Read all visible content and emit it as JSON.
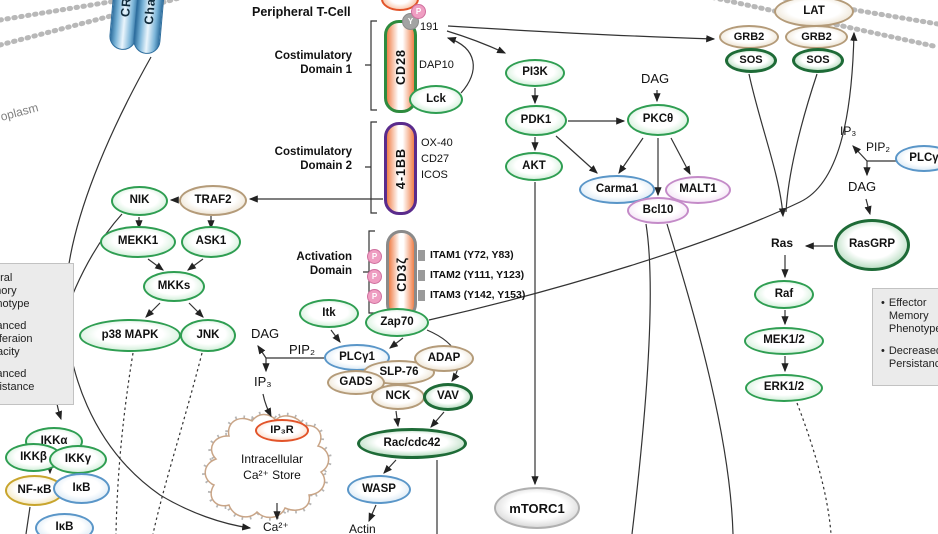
{
  "cell": {
    "cytoplasm_label": "oplasm",
    "cell_type": "Peripheral T-Cell"
  },
  "car": {
    "chain1": "CR",
    "chain2": "Cha"
  },
  "phospho": {
    "p": "P",
    "y": "Y",
    "site_191": "191"
  },
  "domains": {
    "d1": {
      "label": "Costimulatory\nDomain 1",
      "receptor": "CD28",
      "adaptor": "DAP10"
    },
    "d2": {
      "label": "Costimulatory\nDomain 2",
      "receptor": "4-1BB",
      "alternatives": "OX-40\nCD27\nICOS"
    },
    "d3": {
      "label": "Activation\nDomain",
      "receptor": "CD3ζ",
      "itams": [
        "ITAM1 (Y72, Y83)",
        "ITAM2 (Y111, Y123)",
        "ITAM3 (Y142, Y153)"
      ]
    }
  },
  "nodes": {
    "nik": "NIK",
    "traf2": "TRAF2",
    "mekk1": "MEKK1",
    "ask1": "ASK1",
    "mkks": "MKKs",
    "p38": "p38 MAPK",
    "jnk": "JNK",
    "ikka": "IKKα",
    "ikkb": "IKKβ",
    "ikkg": "IKKγ",
    "nfkb": "NF-κB",
    "ikb1": "IκB",
    "ikb2": "IκB",
    "itk": "Itk",
    "zap70": "Zap70",
    "lck": "Lck",
    "plcg1": "PLCγ1",
    "slp76": "SLP-76",
    "adap": "ADAP",
    "gads": "GADS",
    "nck": "NCK",
    "vav": "VAV",
    "rac": "Rac/cdc42",
    "wasp": "WASP",
    "mtorc1": "mTORC1",
    "ip3r": "IP₃R",
    "pi3k": "PI3K",
    "pdk1": "PDK1",
    "akt": "AKT",
    "pkctheta": "PKCθ",
    "carma1": "Carma1",
    "malt1": "MALT1",
    "bcl10": "Bcl10",
    "lat": "LAT",
    "grb2a": "GRB2",
    "grb2b": "GRB2",
    "sosa": "SOS",
    "sosb": "SOS",
    "rasgrp": "RasGRP",
    "raf": "Raf",
    "mek12": "MEK1/2",
    "erk12": "ERK1/2",
    "plcg": "PLCγ"
  },
  "small_molecules": {
    "dag_left": "DAG",
    "pip2_left": "PIP₂",
    "ip3_left": "IP₃",
    "dag_mid": "DAG",
    "ip3_right": "IP₃",
    "pip2_right": "PIP₂",
    "dag_right": "DAG",
    "ras": "Ras",
    "ca2": "Ca²⁺",
    "actin": "Actin"
  },
  "store": {
    "line1": "Intracellular",
    "line2": "Ca²⁺ Store"
  },
  "notes": {
    "bullet": "•",
    "left_items": [
      "Central\nMemory\nPhenotype",
      "Enhanced\nProliferaion\nCapacity",
      "Enhanced\nPersistance"
    ],
    "right_items": [
      "Effector\nMemory\nPhenotype",
      "Decreased\nPersistance"
    ]
  },
  "palette": {
    "green_ring": "#2f9e52",
    "dark_green_ring": "#1e6b37",
    "tan_ring": "#b49b79",
    "blue_ring": "#5a96c8",
    "pink_ring": "#c48bc8",
    "gold_ring": "#c8a52d",
    "red_ring": "#e2542a",
    "gray_ring": "#b0b0b0",
    "membrane": "#b8b8b8",
    "receptor_fill": "#f0804a",
    "car_blue": "#7ab4d8",
    "wire": "#333333"
  }
}
